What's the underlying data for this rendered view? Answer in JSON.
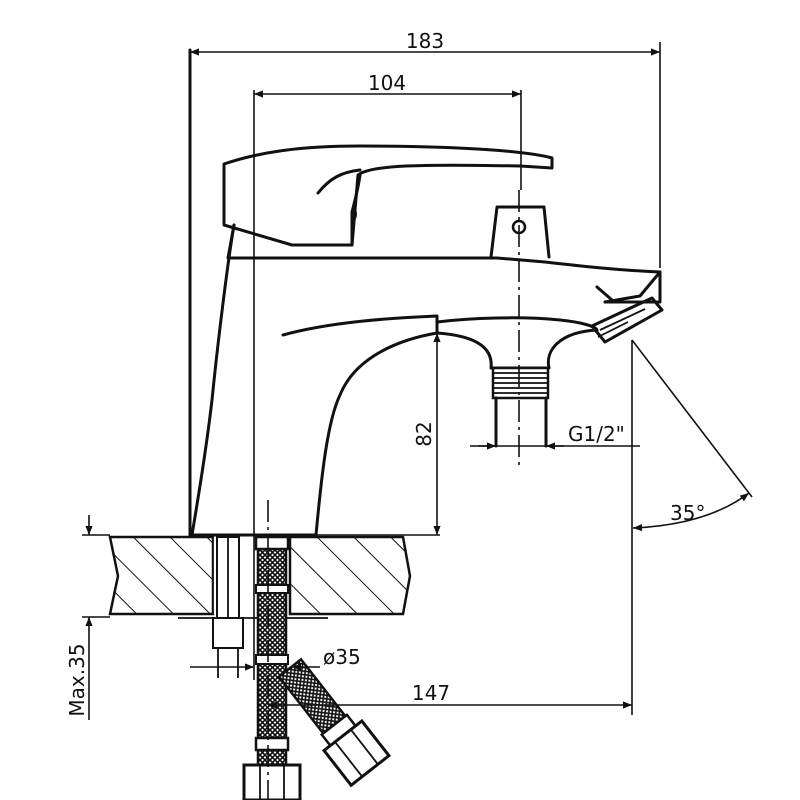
{
  "dimensions": {
    "overall_width": "183",
    "handle_to_axis": "104",
    "spout_height": "82",
    "thread": "G1/2\"",
    "angle": "35°",
    "hole_diameter": "ø35",
    "spout_reach": "147",
    "max_thickness": "Max.35"
  }
}
